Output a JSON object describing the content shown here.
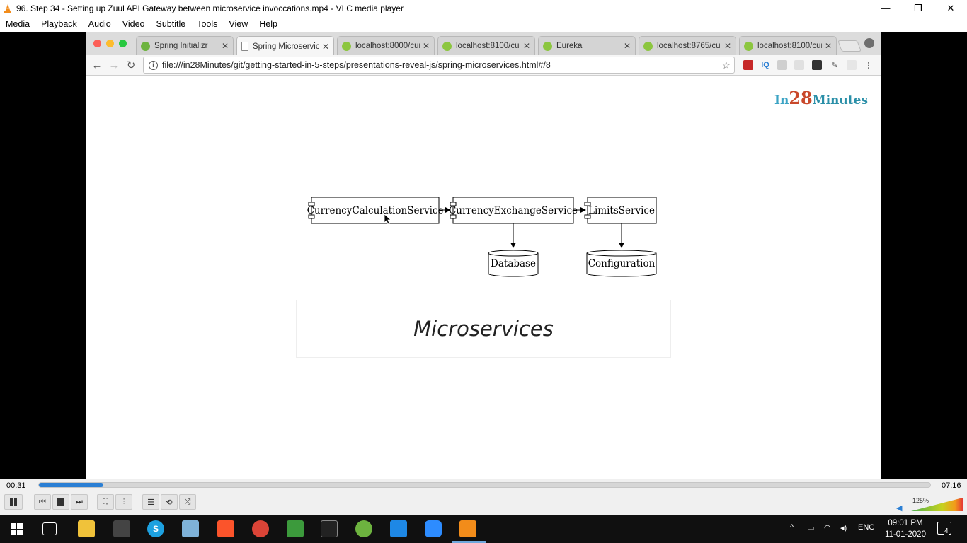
{
  "window": {
    "title": "96. Step 34 - Setting up Zuul API Gateway between microservice invoccations.mp4 - VLC media player",
    "minimize_glyph": "—",
    "maximize_glyph": "❐",
    "close_glyph": "✕"
  },
  "menu": [
    "Media",
    "Playback",
    "Audio",
    "Video",
    "Subtitle",
    "Tools",
    "View",
    "Help"
  ],
  "browser": {
    "tabs": [
      {
        "label": "Spring Initializr",
        "active": false
      },
      {
        "label": "Spring Microservic",
        "active": true
      },
      {
        "label": "localhost:8000/cur",
        "active": false
      },
      {
        "label": "localhost:8100/cur",
        "active": false
      },
      {
        "label": "Eureka",
        "active": false
      },
      {
        "label": "localhost:8765/cur",
        "active": false
      },
      {
        "label": "localhost:8100/cur",
        "active": false
      }
    ],
    "url": "file:///in28Minutes/git/getting-started-in-5-steps/presentations-reveal-js/spring-microservices.html#/8",
    "tab_close_glyph": "✕"
  },
  "slide": {
    "logo": {
      "prefix": "In",
      "number": "28",
      "suffix": "Minutes"
    },
    "diagram": {
      "services": [
        "CurrencyCalculationService",
        "CurrencyExchangeService",
        "LimitsService"
      ],
      "stores": [
        "Database",
        "Configuration"
      ]
    },
    "caption": "Microservices"
  },
  "player": {
    "elapsed": "00:31",
    "total": "07:16",
    "progress_fraction": 0.072,
    "volume": "125%",
    "volume_fraction": 1.0
  },
  "taskbar": {
    "language": "ENG",
    "time": "09:01 PM",
    "date": "11-01-2020",
    "notifications": "4"
  }
}
